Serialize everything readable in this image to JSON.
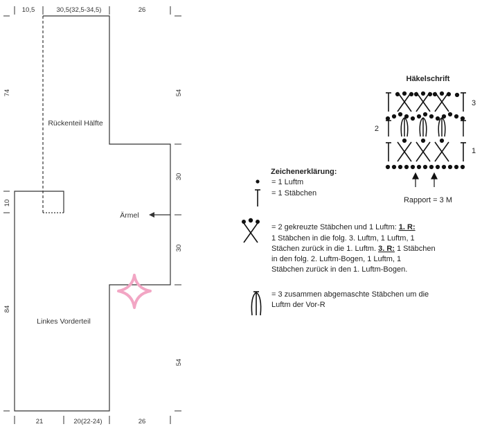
{
  "dimensions": {
    "top_left": "10,5",
    "top_middle": "30,5(32,5-34,5)",
    "top_right": "26",
    "left_upper": "74",
    "left_middle": "10",
    "left_lower": "84",
    "right_upper": "54",
    "right_mid_upper": "30",
    "right_mid_lower": "30",
    "right_lower": "54",
    "bottom_left": "21",
    "bottom_middle": "20(22-24)",
    "bottom_right": "26"
  },
  "pattern_labels": {
    "back": "Rückenteil Hälfte",
    "sleeve": "Ärmel",
    "front": "Linkes Vorderteil"
  },
  "chart": {
    "title": "Häkelschrift",
    "row1": "1",
    "row2": "2",
    "row3": "3",
    "repeat": "Rapport = 3 M"
  },
  "legend": {
    "title": "Zeichenerklärung:",
    "chain": "= 1 Luftm",
    "dc": "= 1 Stäbchen",
    "crossed_line1_prefix": "= 2 gekreuzte Stäbchen und 1 Luftm: ",
    "crossed_line1_r1": "1. R:",
    "crossed_line2": "1 Stäbchen in die folg. 3. Luftm, 1 Luftm, 1",
    "crossed_line3_prefix": "Stächen zurück in die 1. Luftm. ",
    "crossed_line3_r3": "3. R:",
    "crossed_line3_suffix": " 1 Stäbchen",
    "crossed_line4": "in den folg. 2. Luftm-Bogen, 1 Luftm, 1",
    "crossed_line5": "Stäbchen zurück in den 1. Luftm-Bogen.",
    "cluster_line1": "= 3 zusammen abgemaschte Stäbchen um die",
    "cluster_line2": "Luftm der Vor-R"
  },
  "colors": {
    "line": "#333333",
    "star": "#f2a6c4"
  }
}
